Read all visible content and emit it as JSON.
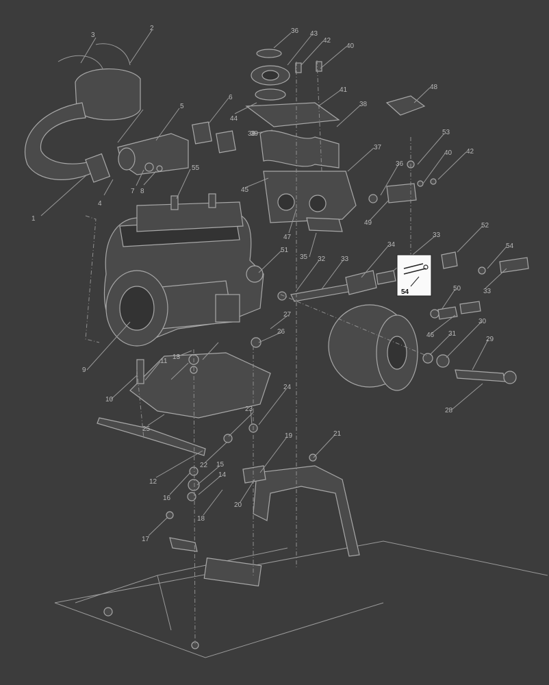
{
  "diagram": {
    "background": "#3c3c3c",
    "highlight_color": "#fafafa",
    "highlighted_callout": "54",
    "callouts": [
      "1",
      "2",
      "3",
      "4",
      "5",
      "6",
      "7",
      "8",
      "9",
      "10",
      "11",
      "12",
      "13",
      "14",
      "15",
      "16",
      "17",
      "18",
      "19",
      "20",
      "21",
      "22",
      "23",
      "24",
      "25",
      "26",
      "27",
      "28",
      "29",
      "30",
      "31",
      "32",
      "33",
      "33",
      "33",
      "34",
      "35",
      "36",
      "36",
      "37",
      "38",
      "38",
      "39",
      "40",
      "40",
      "41",
      "42",
      "42",
      "43",
      "44",
      "45",
      "46",
      "47",
      "48",
      "49",
      "50",
      "51",
      "52",
      "53",
      "54",
      "54",
      "55"
    ]
  }
}
